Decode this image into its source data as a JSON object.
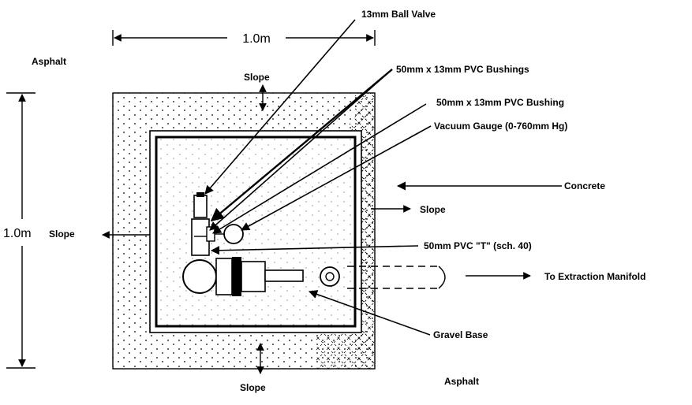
{
  "labels": {
    "ball_valve": "13mm Ball Valve",
    "bushings": "50mm x 13mm PVC Bushings",
    "bushing": "50mm x 13mm PVC Bushing",
    "vacuum_gauge": "Vacuum Gauge (0-760mm Hg)",
    "concrete": "Concrete",
    "slope_right": "Slope",
    "pvc_tee": "50mm PVC \"T\" (sch. 40)",
    "extraction": "To Extraction Manifold",
    "gravel": "Gravel Base",
    "asphalt_top": "Asphalt",
    "asphalt_bottom": "Asphalt",
    "slope_top": "Slope",
    "slope_left": "Slope",
    "slope_bottom": "Slope"
  },
  "dimensions": {
    "width": "1.0m",
    "height": "1.0m"
  }
}
